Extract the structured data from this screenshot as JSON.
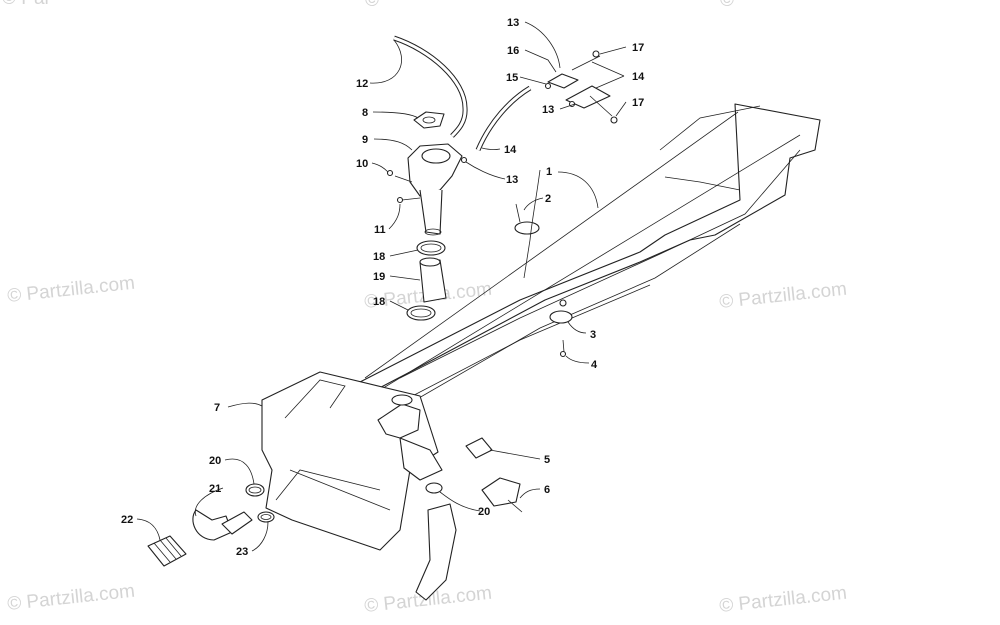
{
  "watermark": "© Partzilla.com",
  "corner_text": "© Par",
  "callouts": [
    "1",
    "2",
    "3",
    "4",
    "5",
    "6",
    "7",
    "8",
    "9",
    "10",
    "11",
    "12",
    "13",
    "13",
    "13",
    "14",
    "14",
    "15",
    "16",
    "17",
    "17",
    "18",
    "18",
    "19",
    "20",
    "20",
    "21",
    "22",
    "23"
  ]
}
